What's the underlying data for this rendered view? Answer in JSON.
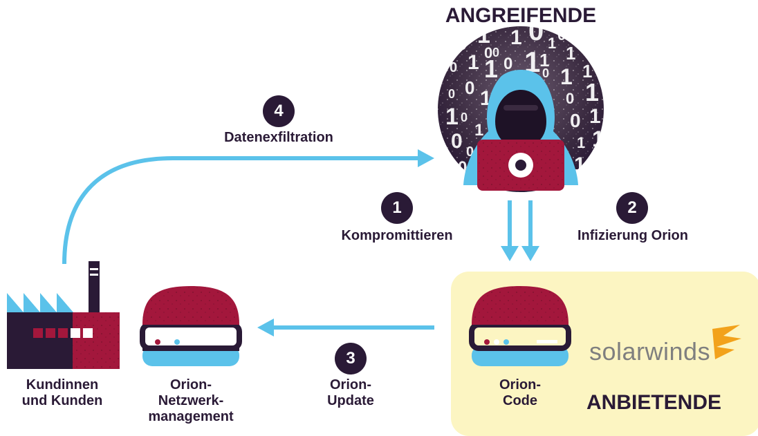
{
  "title": "ANGREIFENDE",
  "vendor_title": "ANBIETENDE",
  "brand_name": "solarwinds",
  "binary_digits": [
    "0",
    "1",
    "0",
    "1",
    "0",
    "1",
    "1",
    "0",
    "1",
    "1",
    "0",
    "1",
    "0",
    "1",
    "1",
    "0",
    "0",
    "1",
    "0",
    "1",
    "1",
    "0",
    "1",
    "0",
    "1",
    "0",
    "0",
    "1",
    "1",
    "0",
    "1",
    "1",
    "1",
    "0",
    "1",
    "0"
  ],
  "steps": [
    {
      "number": "1",
      "label": "Kompromittieren"
    },
    {
      "number": "2",
      "label": "Infizierung Orion"
    },
    {
      "number": "3",
      "label_line1": "Orion-",
      "label_line2": "Update"
    },
    {
      "number": "4",
      "label": "Datenexfiltration"
    }
  ],
  "nodes": {
    "customers": {
      "line1": "Kundinnen",
      "line2": "und Kunden"
    },
    "network_mgmt": {
      "line1": "Orion-",
      "line2": "Netzwerk-",
      "line3": "management"
    },
    "orion_code": {
      "line1": "Orion-",
      "line2": "Code"
    }
  },
  "colors": {
    "dark": "#2a1a36",
    "crimson": "#a3173c",
    "arrow_blue": "#5bc2ea",
    "vendor_bg": "#fcf5c2",
    "solarwinds_orange": "#f2a21b"
  }
}
